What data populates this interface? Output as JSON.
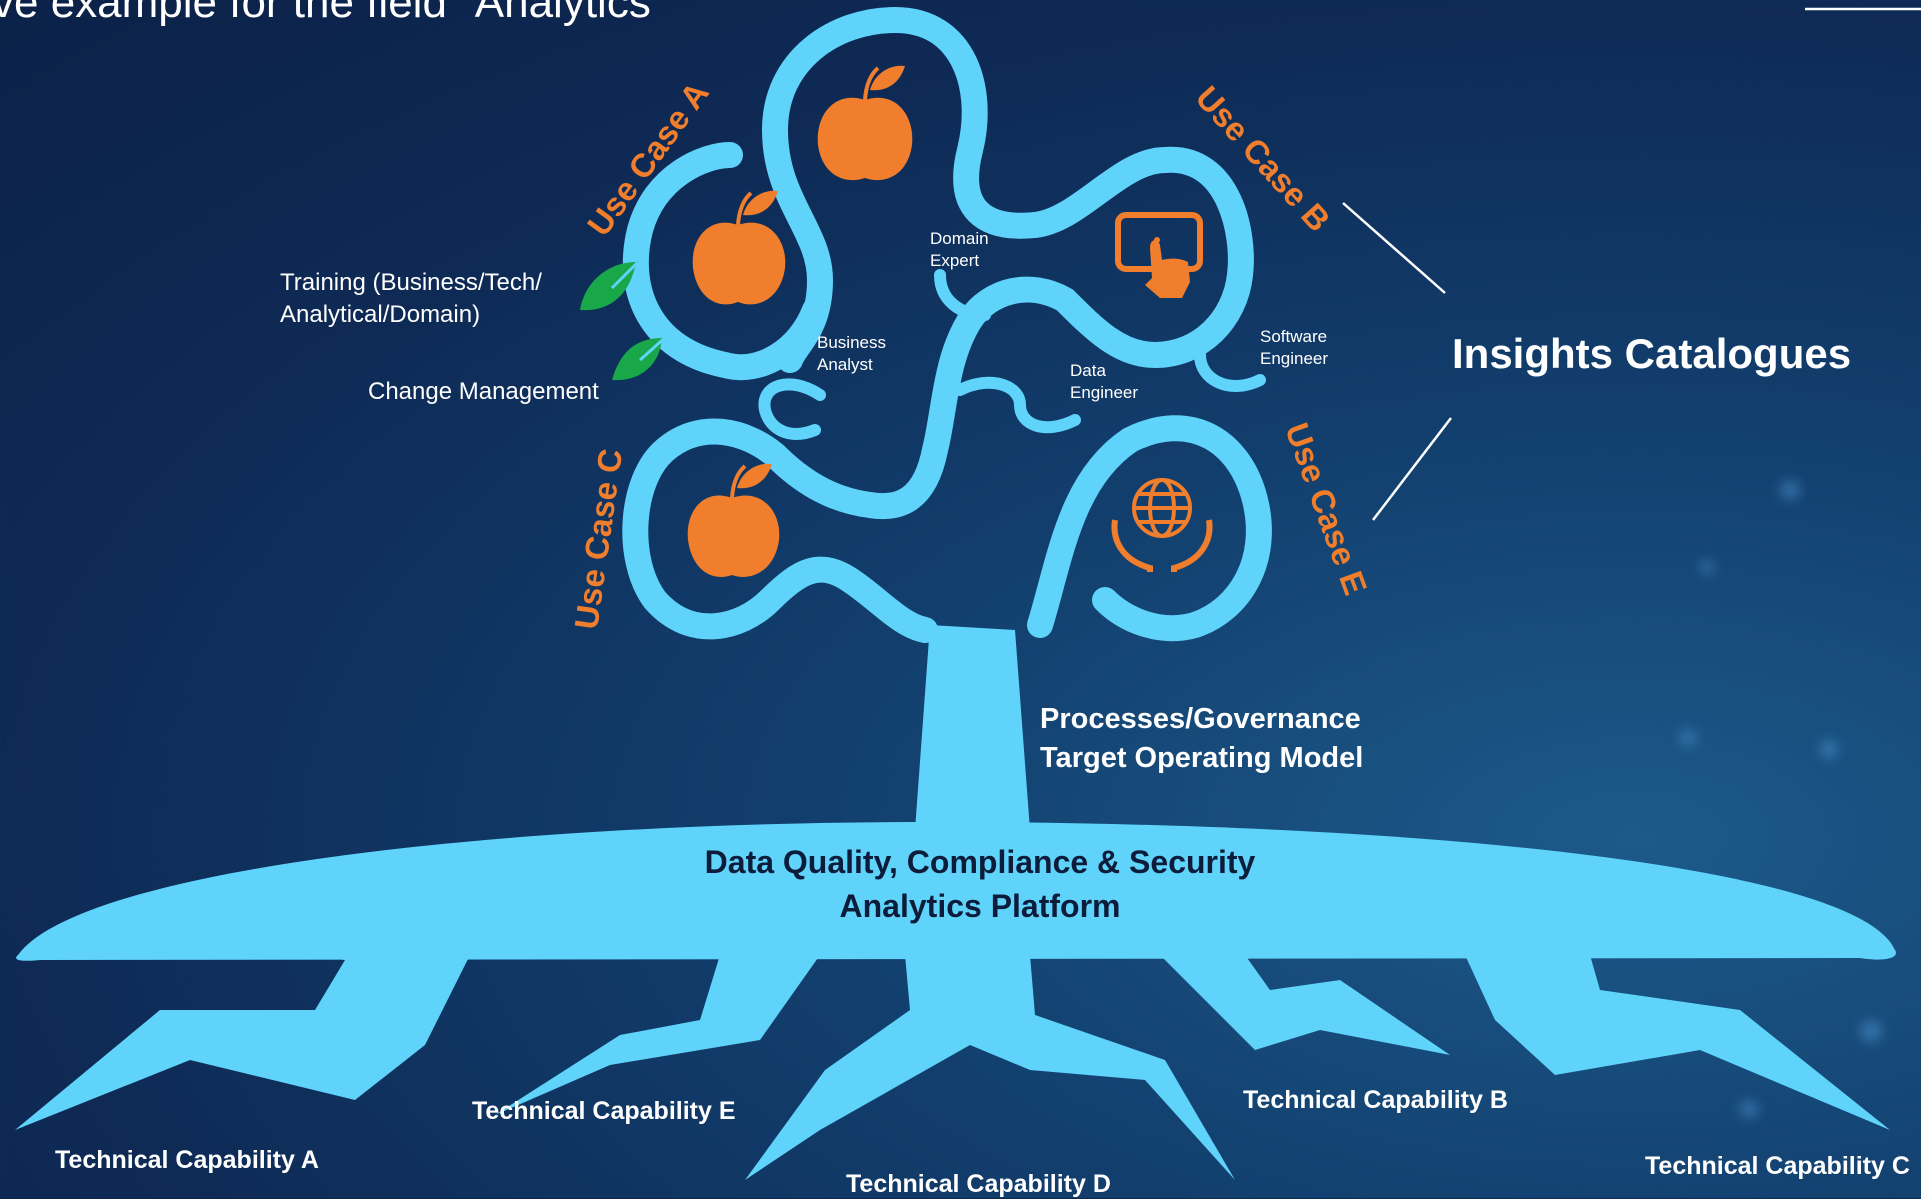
{
  "header": {
    "title": "ve example for the field \"Analytics\""
  },
  "use_cases": {
    "a": "Use Case A",
    "b": "Use Case B",
    "c": "Use Case C",
    "e": "Use Case E"
  },
  "roles": {
    "domain_expert": [
      "Domain",
      "Expert"
    ],
    "business_analyst": [
      "Business",
      "Analyst"
    ],
    "data_engineer": [
      "Data",
      "Engineer"
    ],
    "software_engineer": [
      "Software",
      "Engineer"
    ]
  },
  "leaves": {
    "training": [
      "Training (Business/Tech/",
      "Analytical/Domain)"
    ],
    "change": "Change Management"
  },
  "insights": "Insights Catalogues",
  "trunk": [
    "Processes/Governance",
    "Target Operating Model"
  ],
  "platform": [
    "Data Quality, Compliance & Security",
    "Analytics Platform"
  ],
  "roots": {
    "a": "Technical Capability A",
    "b": "Technical Capability B",
    "c": "Technical Capability C",
    "d": "Technical Capability D",
    "e": "Technical Capability E"
  },
  "colors": {
    "tree": "#5fd3fa",
    "fruit": "#f07e2c",
    "leaf": "#18a84a",
    "background": "#0e2a55"
  },
  "icons": [
    "apple-icon",
    "tablet-touch-icon",
    "globe-hands-icon",
    "leaf-icon"
  ]
}
